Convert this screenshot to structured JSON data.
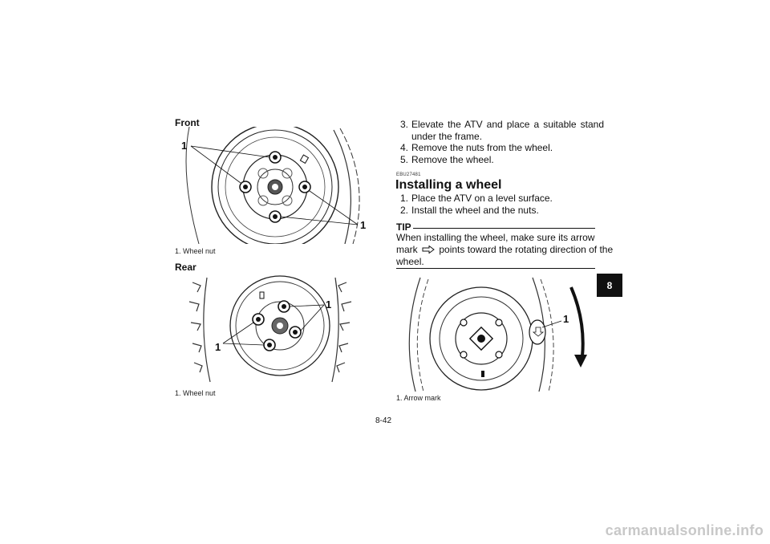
{
  "left_column": {
    "front_heading": "Front",
    "front_callouts": [
      "1",
      "1"
    ],
    "front_caption": "1.  Wheel nut",
    "rear_heading": "Rear",
    "rear_callouts": [
      "1",
      "1"
    ],
    "rear_caption": "1.  Wheel nut"
  },
  "right_column": {
    "steps": [
      {
        "num": "3.",
        "text": "Elevate the ATV and place a suitable stand under the frame."
      },
      {
        "num": "4.",
        "text": "Remove the nuts from the wheel."
      },
      {
        "num": "5.",
        "text": "Remove the wheel."
      }
    ],
    "section_code": "EBU27481",
    "section_title": "Installing a wheel",
    "install_steps": [
      {
        "num": "1.",
        "text": "Place the ATV on a level surface."
      },
      {
        "num": "2.",
        "text": "Install the wheel and the nuts."
      }
    ],
    "tip": {
      "label": "TIP",
      "line1": "When installing the wheel, make sure its arrow",
      "line2_start": "mark",
      "line2_end": "points toward the rotating direction of the",
      "line3": "wheel."
    },
    "figure_callout": "1",
    "figure_caption": "1.  Arrow mark"
  },
  "page_number": "8-42",
  "chapter_tab": "8",
  "watermark": "carmanualsonline.info"
}
